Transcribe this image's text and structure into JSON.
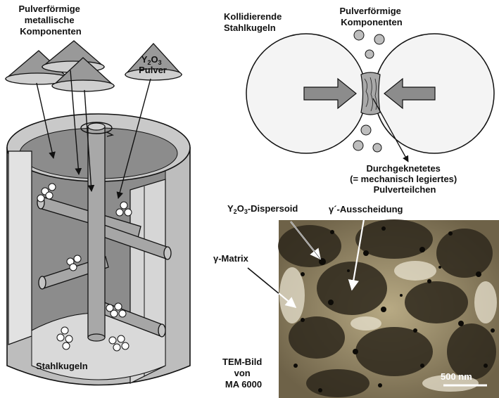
{
  "left_panel": {
    "powder_title": [
      "Pulverförmige",
      "metallische",
      "Komponenten"
    ],
    "oxide_label": {
      "base": "Y",
      "sub1": "2",
      "mid": "O",
      "sub2": "3",
      "line2": "Pulver"
    },
    "balls_label": "Stahlkugeln"
  },
  "right_top": {
    "colliding_title": [
      "Kollidierende",
      "Stahlkugeln"
    ],
    "powder_title": [
      "Pulverförmige",
      "Komponenten"
    ],
    "kneaded_label": [
      "Durchgeknetetes",
      "(= mechanisch legiertes)",
      "Pulverteilchen"
    ]
  },
  "tem_panel": {
    "dispersoid_label": {
      "base": "Y",
      "sub1": "2",
      "mid": "O",
      "sub2": "3",
      "rest": "-Dispersoid"
    },
    "precipitate_label": "γ´-Ausscheidung",
    "matrix_label": "γ-Matrix",
    "image_caption": [
      "TEM-Bild",
      "von",
      "MA 6000"
    ],
    "scale_bar": "500 nm"
  }
}
